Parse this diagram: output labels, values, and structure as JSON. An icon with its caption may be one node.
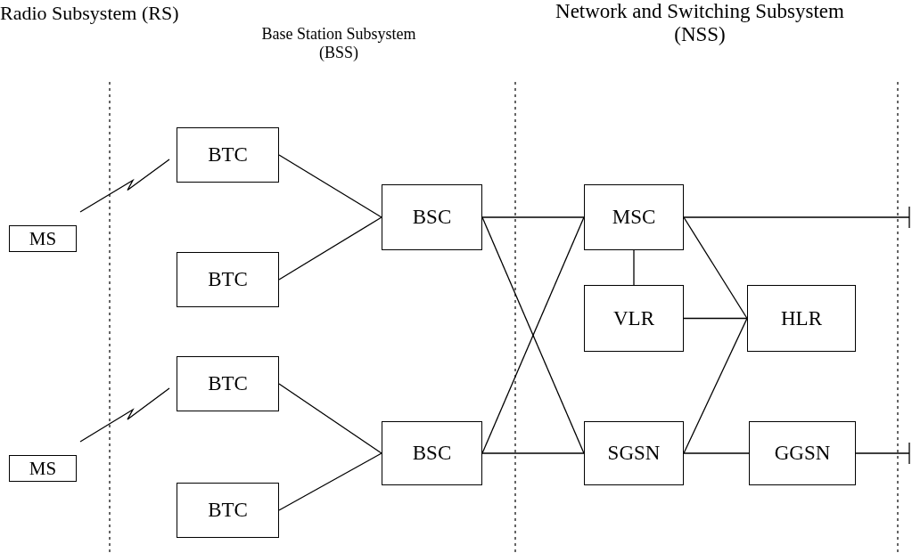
{
  "diagram": {
    "nodes": [
      {
        "text": [
          "MS"
        ]
      },
      {
        "text": [
          "MS"
        ]
      },
      {
        "text": [
          "BTC"
        ]
      },
      {
        "text": [
          "BTC"
        ]
      },
      {
        "text": [
          "BTC"
        ]
      },
      {
        "text": [
          "BTC"
        ]
      },
      {
        "text": [
          "BSC"
        ]
      },
      {
        "text": [
          "BSC"
        ]
      },
      {
        "text": [
          "MSC"
        ]
      },
      {
        "text": [
          "VLR"
        ]
      },
      {
        "text": [
          "HLR"
        ]
      },
      {
        "text": [
          "SGSN"
        ]
      },
      {
        "text": [
          "GGSN"
        ]
      }
    ],
    "edges": [
      {
        "from": 0,
        "to": 2,
        "arrow": "none"
      },
      {
        "from": 1,
        "to": 4,
        "arrow": "none"
      },
      {
        "from": 2,
        "to": 6,
        "arrow": "none"
      },
      {
        "from": 3,
        "to": 6,
        "arrow": "none"
      },
      {
        "from": 4,
        "to": 7,
        "arrow": "none"
      },
      {
        "from": 5,
        "to": 7,
        "arrow": "none"
      },
      {
        "from": 6,
        "to": 8,
        "arrow": "none"
      },
      {
        "from": 6,
        "to": 11,
        "arrow": "none"
      },
      {
        "from": 7,
        "to": 8,
        "arrow": "none"
      },
      {
        "from": 7,
        "to": 11,
        "arrow": "none"
      },
      {
        "from": 8,
        "to": 9,
        "arrow": "none"
      },
      {
        "from": 8,
        "to": 10,
        "arrow": "none"
      },
      {
        "from": 9,
        "to": 10,
        "arrow": "none"
      },
      {
        "from": 11,
        "to": 10,
        "arrow": "none"
      },
      {
        "from": 11,
        "to": 12,
        "arrow": "none"
      },
      {
        "from": 8,
        "to": null,
        "arrow": "none"
      },
      {
        "from": 12,
        "to": null,
        "arrow": "none"
      }
    ],
    "labels": [
      "Radio Subsystem (RS)",
      "Base Station Subsystem (BSS)",
      "Network and Switching Subsystem (NSS)"
    ]
  }
}
